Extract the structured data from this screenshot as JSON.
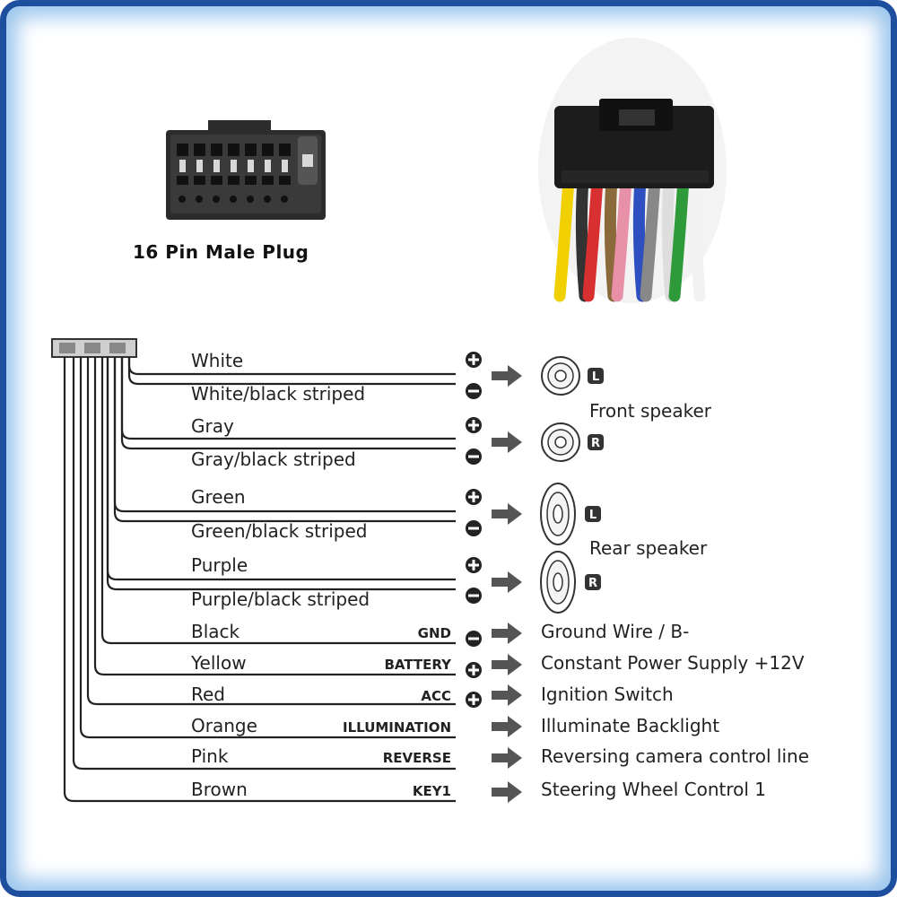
{
  "plug": {
    "label": "16 Pin Male Plug"
  },
  "wires": [
    {
      "color": "White",
      "function": "",
      "polarity": "+",
      "description": ""
    },
    {
      "color": "White/black striped",
      "function": "",
      "polarity": "-",
      "description": ""
    },
    {
      "color": "Gray",
      "function": "",
      "polarity": "+",
      "description": ""
    },
    {
      "color": "Gray/black striped",
      "function": "",
      "polarity": "-",
      "description": ""
    },
    {
      "color": "Green",
      "function": "",
      "polarity": "+",
      "description": ""
    },
    {
      "color": "Green/black striped",
      "function": "",
      "polarity": "-",
      "description": ""
    },
    {
      "color": "Purple",
      "function": "",
      "polarity": "+",
      "description": ""
    },
    {
      "color": "Purple/black striped",
      "function": "",
      "polarity": "-",
      "description": ""
    },
    {
      "color": "Black",
      "function": "GND",
      "polarity": "-",
      "description": "Ground Wire / B-"
    },
    {
      "color": "Yellow",
      "function": "BATTERY",
      "polarity": "+",
      "description": "Constant Power Supply +12V"
    },
    {
      "color": "Red",
      "function": "ACC",
      "polarity": "+",
      "description": "Ignition Switch"
    },
    {
      "color": "Orange",
      "function": "ILLUMINATION",
      "polarity": "",
      "description": "Illuminate Backlight"
    },
    {
      "color": "Pink",
      "function": "REVERSE",
      "polarity": "",
      "description": "Reversing camera control line"
    },
    {
      "color": "Brown",
      "function": "KEY1",
      "polarity": "",
      "description": "Steering Wheel Control 1"
    }
  ],
  "speakers": [
    {
      "side": "L",
      "group": "Front speaker"
    },
    {
      "side": "R",
      "group": "Front speaker"
    },
    {
      "side": "L",
      "group": "Rear speaker"
    },
    {
      "side": "R",
      "group": "Rear speaker"
    }
  ],
  "speaker_groups": {
    "front": "Front speaker",
    "rear": "Rear speaker"
  },
  "colors": {
    "frame": "#1e4f9e",
    "glow": "#9cc6ee",
    "wire_line": "#222222",
    "arrow": "#555555",
    "connector_body": "#2b2b2b"
  },
  "icons": [
    "plus-icon",
    "minus-icon",
    "arrow-right-icon",
    "speaker-icon",
    "connector-icon",
    "harness-photo"
  ]
}
